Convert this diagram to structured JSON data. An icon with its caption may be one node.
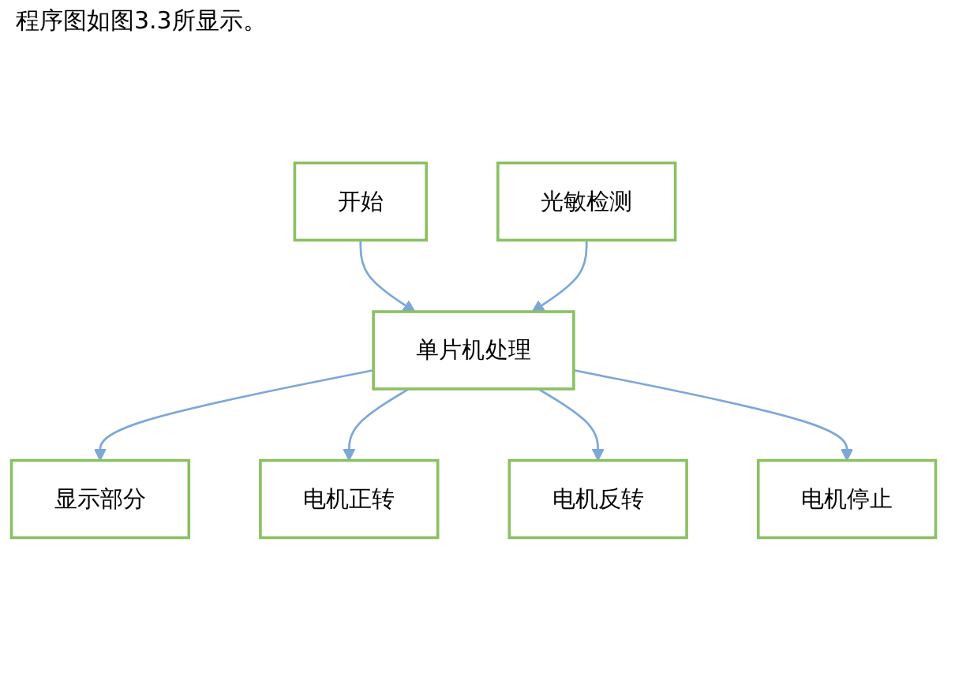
{
  "diagram": {
    "nodes": [
      {
        "text": [
          "开始"
        ]
      },
      {
        "text": [
          "光敏检测"
        ]
      },
      {
        "text": [
          "单片机处理"
        ]
      },
      {
        "text": [
          "显示部分"
        ]
      },
      {
        "text": [
          "电机正转"
        ]
      },
      {
        "text": [
          "电机反转"
        ]
      },
      {
        "text": [
          "电机停止"
        ]
      }
    ],
    "edges": [
      {
        "from": 0,
        "to": 2,
        "arrow": "to"
      },
      {
        "from": 1,
        "to": 2,
        "arrow": "to"
      },
      {
        "from": 2,
        "to": 3,
        "arrow": "to"
      },
      {
        "from": 2,
        "to": 4,
        "arrow": "to"
      },
      {
        "from": 2,
        "to": 5,
        "arrow": "to"
      },
      {
        "from": 2,
        "to": 6,
        "arrow": "to"
      }
    ],
    "labels": [
      "程序图如图3.3所显示。"
    ]
  }
}
